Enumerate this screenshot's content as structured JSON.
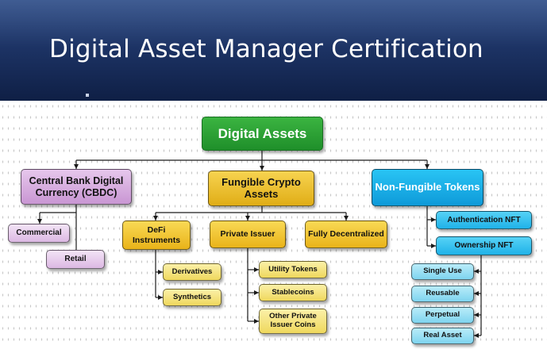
{
  "header": {
    "title": "Digital Asset Manager Certification"
  },
  "diagram": {
    "root": "Digital Assets",
    "cbdc": {
      "label": "Central Bank Digital Currency (CBDC)",
      "children": [
        "Commercial",
        "Retail"
      ]
    },
    "fungible": {
      "label": "Fungible Crypto Assets",
      "defi": {
        "label": "DeFi Instruments",
        "children": [
          "Derivatives",
          "Synthetics"
        ]
      },
      "private": {
        "label": "Private Issuer",
        "children": [
          "Utility Tokens",
          "Stablecoins",
          "Other Private Issuer Coins"
        ]
      },
      "decentralized": {
        "label": "Fully Decentralized"
      }
    },
    "nft": {
      "label": "Non-Fungible Tokens",
      "authentication": "Authentication NFT",
      "ownership": {
        "label": "Ownership NFT",
        "children": [
          "Single Use",
          "Reusable",
          "Perpetual",
          "Real Asset"
        ]
      }
    }
  },
  "colors": {
    "root": "#2aa336",
    "cbdc": "#d8aee0",
    "fungible": "#f0c12c",
    "nft": "#18aee8",
    "banner": "#1d3466"
  }
}
